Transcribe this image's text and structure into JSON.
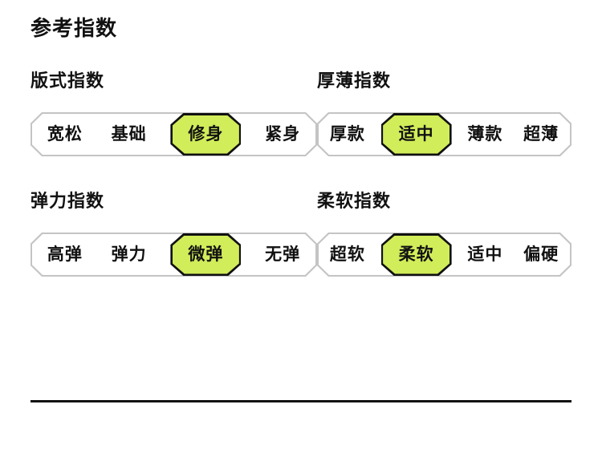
{
  "page": {
    "title": "参考指数",
    "accent_color": "#d1ed5a",
    "border_color": "#c4c4c4",
    "text_color": "#111111",
    "background_color": "#ffffff"
  },
  "sections": [
    {
      "title": "版式指数",
      "options": [
        {
          "label": "宽松",
          "selected": false
        },
        {
          "label": "基础",
          "selected": false
        },
        {
          "label": "修身",
          "selected": true
        },
        {
          "label": "紧身",
          "selected": false
        }
      ]
    },
    {
      "title": "厚薄指数",
      "options": [
        {
          "label": "厚款",
          "selected": false
        },
        {
          "label": "适中",
          "selected": true
        },
        {
          "label": "薄款",
          "selected": false
        },
        {
          "label": "超薄",
          "selected": false
        }
      ]
    },
    {
      "title": "弹力指数",
      "options": [
        {
          "label": "高弹",
          "selected": false
        },
        {
          "label": "弹力",
          "selected": false
        },
        {
          "label": "微弹",
          "selected": true
        },
        {
          "label": "无弹",
          "selected": false
        }
      ]
    },
    {
      "title": "柔软指数",
      "options": [
        {
          "label": "超软",
          "selected": false
        },
        {
          "label": "柔软",
          "selected": true
        },
        {
          "label": "适中",
          "selected": false
        },
        {
          "label": "偏硬",
          "selected": false
        }
      ]
    }
  ]
}
